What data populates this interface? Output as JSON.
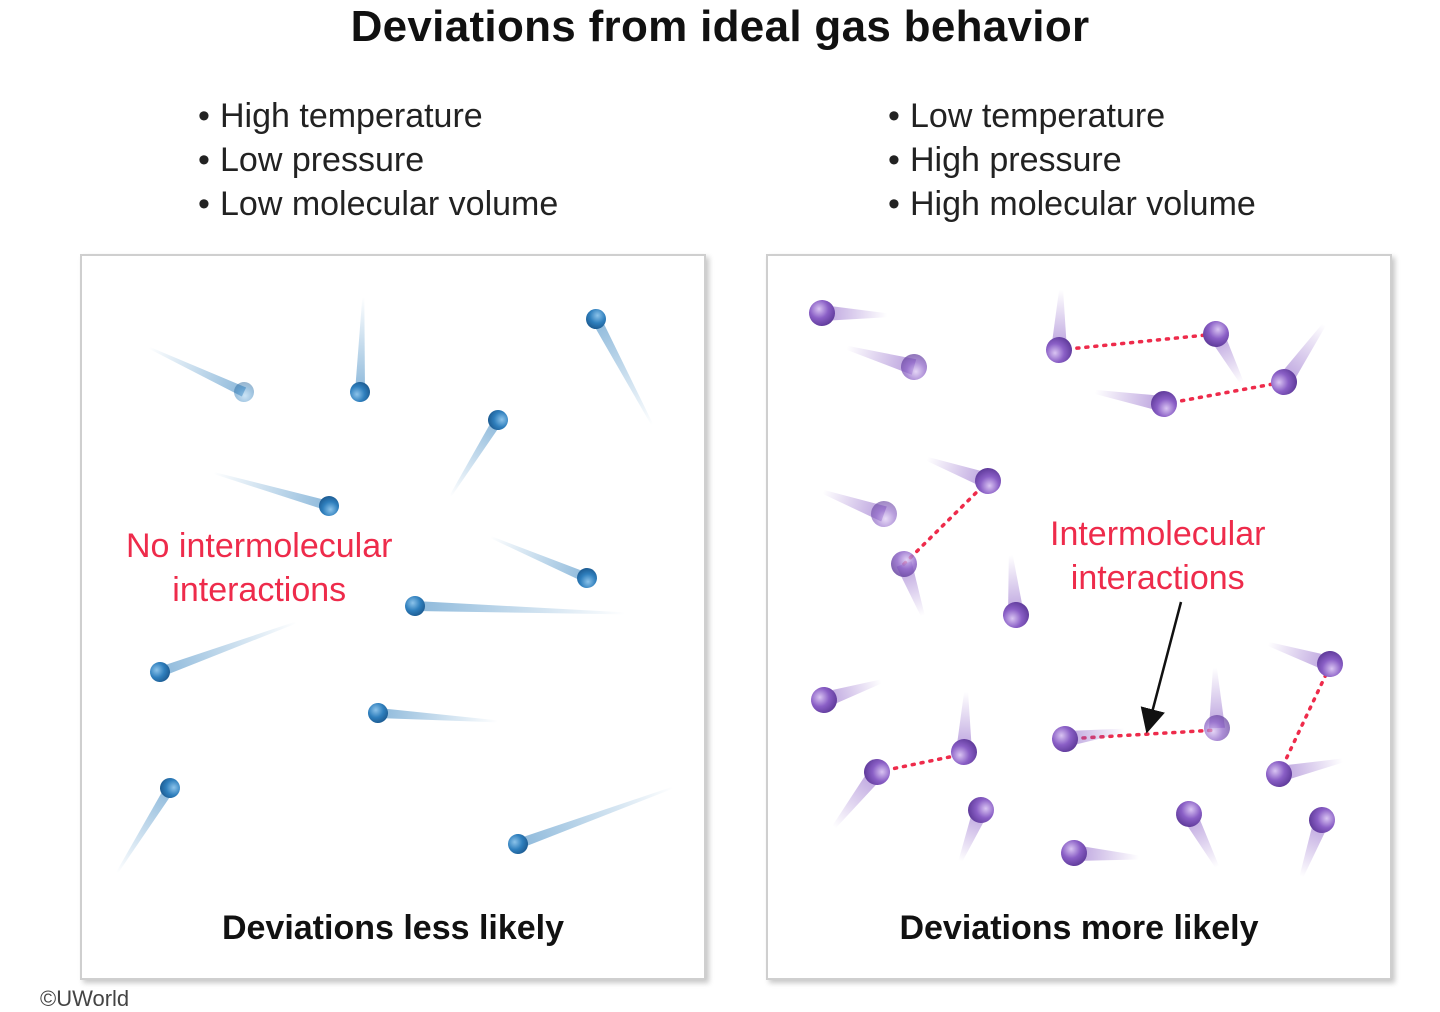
{
  "title": "Deviations from ideal gas behavior",
  "left": {
    "conditions": [
      "High temperature",
      "Low pressure",
      "Low molecular volume"
    ],
    "annotation": [
      "No intermolecular",
      "interactions"
    ],
    "caption": "Deviations less likely"
  },
  "right": {
    "conditions": [
      "Low temperature",
      "High pressure",
      "High molecular volume"
    ],
    "annotation": [
      "Intermolecular",
      "interactions"
    ],
    "caption": "Deviations more likely"
  },
  "credit": "©UWorld",
  "colors": {
    "ideal_molecule": "#2f7fbd",
    "real_molecule": "#8a5fc6",
    "interaction_line": "#ee2b4b",
    "annotation_text": "#ee2b4b"
  }
}
